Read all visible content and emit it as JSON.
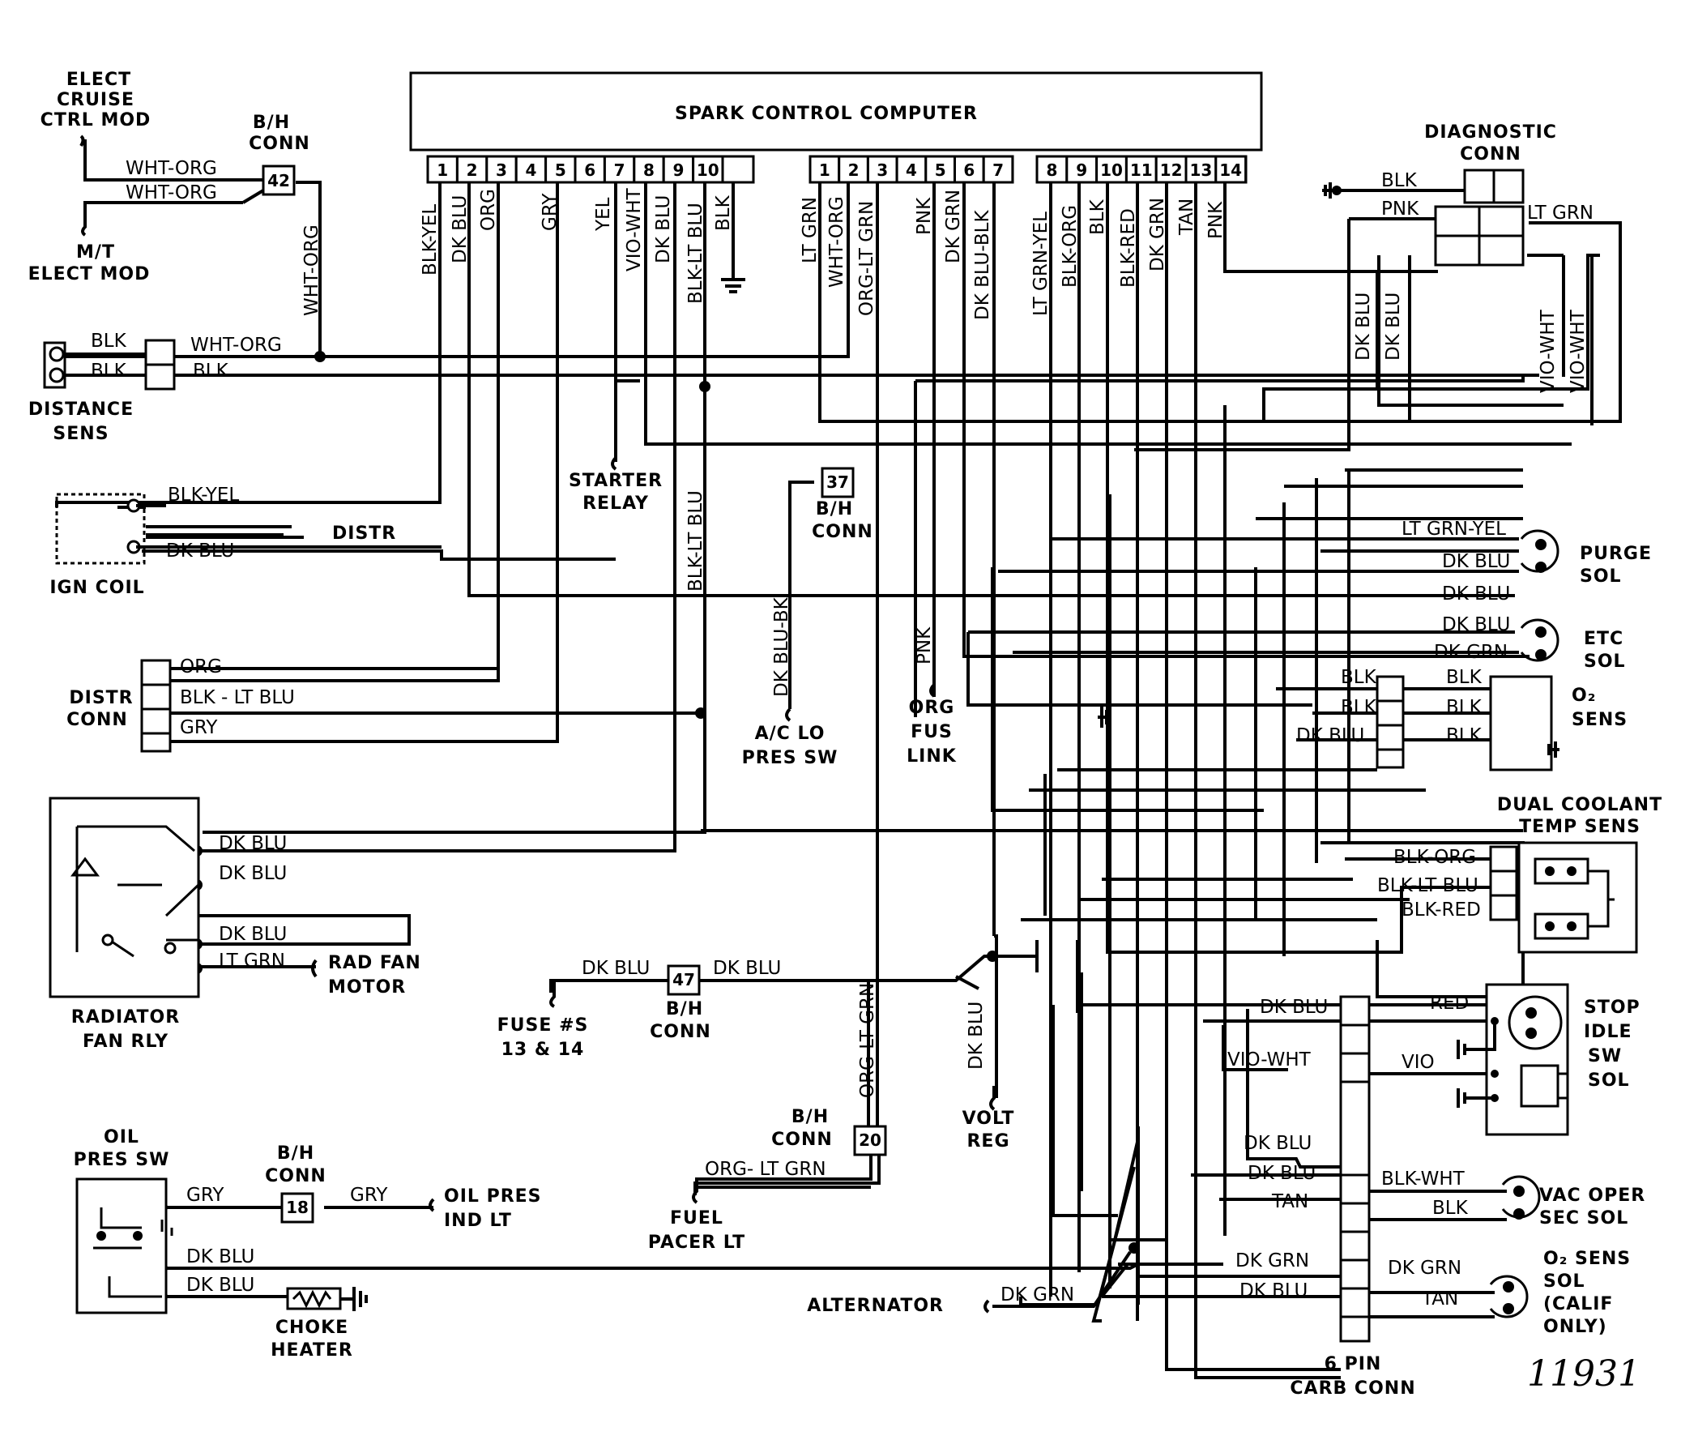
{
  "figure_number": "11931",
  "computer": {
    "title": "SPARK CONTROL COMPUTER",
    "pins_left": [
      "1",
      "2",
      "3",
      "4",
      "5",
      "6",
      "7",
      "8",
      "9",
      "10"
    ],
    "pins_mid": [
      "1",
      "2",
      "3",
      "4",
      "5",
      "6",
      "7"
    ],
    "pins_right": [
      "8",
      "9",
      "10",
      "11",
      "12",
      "13",
      "14"
    ],
    "wire_labels": {
      "l1": "BLK-YEL",
      "l2": "DK BLU",
      "l3": "ORG",
      "l5": "GRY",
      "l6": "YEL",
      "l7": "VIO-WHT",
      "l8": "DK BLU",
      "l9": "BLK-LT BLU",
      "l10": "BLK",
      "m1": "LT GRN",
      "m2": "WHT-ORG",
      "m3": "ORG-LT GRN",
      "m5": "PNK",
      "m6": "DK GRN",
      "m7": "DK BLU-BLK",
      "r8": "LT GRN-YEL",
      "r9": "BLK-ORG",
      "r10": "BLK",
      "r11": "BLK-RED",
      "r12": "DK GRN",
      "r13": "TAN",
      "r14": "PNK"
    }
  },
  "components": {
    "elect_cruise": [
      "ELECT",
      "CRUISE",
      "CTRL MOD"
    ],
    "mt_elect": [
      "M/T",
      "ELECT MOD"
    ],
    "bh_conn_42": [
      "B/H",
      "CONN"
    ],
    "distance_sens": [
      "DISTANCE",
      "SENS"
    ],
    "ign_coil": "IGN COIL",
    "distr": "DISTR",
    "distr_conn": [
      "DISTR",
      "CONN"
    ],
    "radiator_fan_rly": [
      "RADIATOR",
      "FAN RLY"
    ],
    "rad_fan_motor": [
      "RAD FAN",
      "MOTOR"
    ],
    "starter_relay": [
      "STARTER",
      "RELAY"
    ],
    "bh_conn_37": [
      "B/H",
      "CONN"
    ],
    "ac_lo_pres_sw": [
      "A/C LO",
      "PRES SW"
    ],
    "org_fus_link": [
      "ORG",
      "FUS",
      "LINK"
    ],
    "fuses": [
      "FUSE #S",
      "13 & 14"
    ],
    "bh_conn_47": [
      "B/H",
      "CONN"
    ],
    "volt_reg": [
      "VOLT",
      "REG"
    ],
    "bh_conn_20": [
      "B/H",
      "CONN"
    ],
    "fuel_pacer": [
      "FUEL",
      "PACER LT"
    ],
    "oil_pres_sw": [
      "OIL",
      "PRES SW"
    ],
    "bh_conn_18": [
      "B/H",
      "CONN"
    ],
    "oil_pres_ind": [
      "OIL PRES",
      "IND LT"
    ],
    "choke_heater": [
      "CHOKE",
      "HEATER"
    ],
    "alternator": "ALTERNATOR",
    "diagnostic_conn": [
      "DIAGNOSTIC",
      "CONN"
    ],
    "purge_sol": [
      "PURGE",
      "SOL"
    ],
    "etc_sol": [
      "ETC",
      "SOL"
    ],
    "o2_sens": [
      "O₂",
      "SENS"
    ],
    "dual_coolant": [
      "DUAL COOLANT",
      "TEMP SENS"
    ],
    "stop_idle": [
      "STOP",
      "IDLE",
      "SW",
      "SOL"
    ],
    "vac_oper": [
      "VAC OPER",
      "SEC SOL"
    ],
    "o2_sens_sol": [
      "O₂ SENS",
      "SOL",
      "(CALIF",
      "ONLY)"
    ],
    "carb_conn": [
      "6 PIN",
      "CARB CONN"
    ]
  },
  "connector_numbers": {
    "c42": "42",
    "c37": "37",
    "c47": "47",
    "c20": "20",
    "c18": "18"
  },
  "wire_labels": {
    "cruise_a": "WHT-ORG",
    "cruise_b": "WHT-ORG",
    "bh42_vert": "WHT-ORG",
    "dist_a": "BLK",
    "dist_b": "BLK",
    "dist_c": "WHT-ORG",
    "dist_d": "BLK",
    "coil_a": "BLK-YEL",
    "coil_b": "DK BLU",
    "dc_a": "ORG",
    "dc_b": "BLK - LT BLU",
    "dc_c": "GRY",
    "rly_a": "DK BLU",
    "rly_b": "DK BLU",
    "rly_c": "DK BLU",
    "rly_d": "LT GRN",
    "starter_vert": "BLK-LT BLU",
    "ac_vert": "DK BLU-BK",
    "pnk_vert": "PNK",
    "f47_a": "DK BLU",
    "f47_b": "DK BLU",
    "bh20_vert": "ORG-LT GRN",
    "volt_vert": "DK BLU",
    "pacer": "ORG- LT GRN",
    "oil_a": "GRY",
    "oil_b": "GRY",
    "oil_c": "DK BLU",
    "oil_d": "DK BLU",
    "alt": "DK GRN",
    "diag_blk": "BLK",
    "diag_pnk": "PNK",
    "diag_ltgrn": "LT GRN",
    "diag_dkblu1": "DK BLU",
    "diag_dkblu2": "DK BLU",
    "diag_vio1": "VIO-WHT",
    "diag_vio2": "VIO-WHT",
    "purge_a": "LT GRN-YEL",
    "purge_b": "DK BLU",
    "etc_a": "DK BLU",
    "etc_b": "DK BLU",
    "etc_c": "DK GRN",
    "o2_a": "BLK",
    "o2_b": "BLK",
    "o2_c": "DK BLU",
    "o2_d": "BLK",
    "o2_e": "BLK",
    "o2_f": "BLK",
    "cool_a": "BLK-ORG",
    "cool_b": "BLK-LT BLU",
    "cool_c": "BLK-RED",
    "carb_a": "DK BLU",
    "carb_b": "VIO-WHT",
    "carb_c": "DK BLU",
    "carb_d": "DK BLU",
    "carb_e": "TAN",
    "carb_f": "DK GRN",
    "carb_g": "DK BLU",
    "stop_a": "RED",
    "stop_b": "VIO",
    "vac_a": "BLK-WHT",
    "vac_b": "BLK",
    "o2s_a": "DK GRN",
    "o2s_b": "TAN"
  }
}
